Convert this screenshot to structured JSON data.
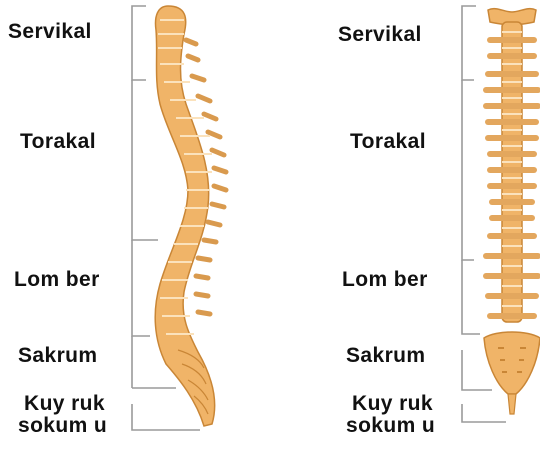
{
  "colors": {
    "bone": "#f0b468",
    "bone_light": "#f9d6a0",
    "bone_dark": "#c98636",
    "bracket": "#9a9a9a",
    "text": "#111111"
  },
  "side_view": {
    "labels": {
      "cervical": "Servikal",
      "thoracic": "Torakal",
      "lumbar": "Lom ber",
      "sacral": "Sakrum",
      "coccyx_line1": "Kuy ruk",
      "coccyx_line2": "sokum u"
    }
  },
  "front_view": {
    "labels": {
      "cervical": "Servikal",
      "thoracic": "Torakal",
      "lumbar": "Lom ber",
      "sacral": "Sakrum",
      "coccyx_line1": "Kuy ruk",
      "coccyx_line2": "sokum u"
    }
  }
}
